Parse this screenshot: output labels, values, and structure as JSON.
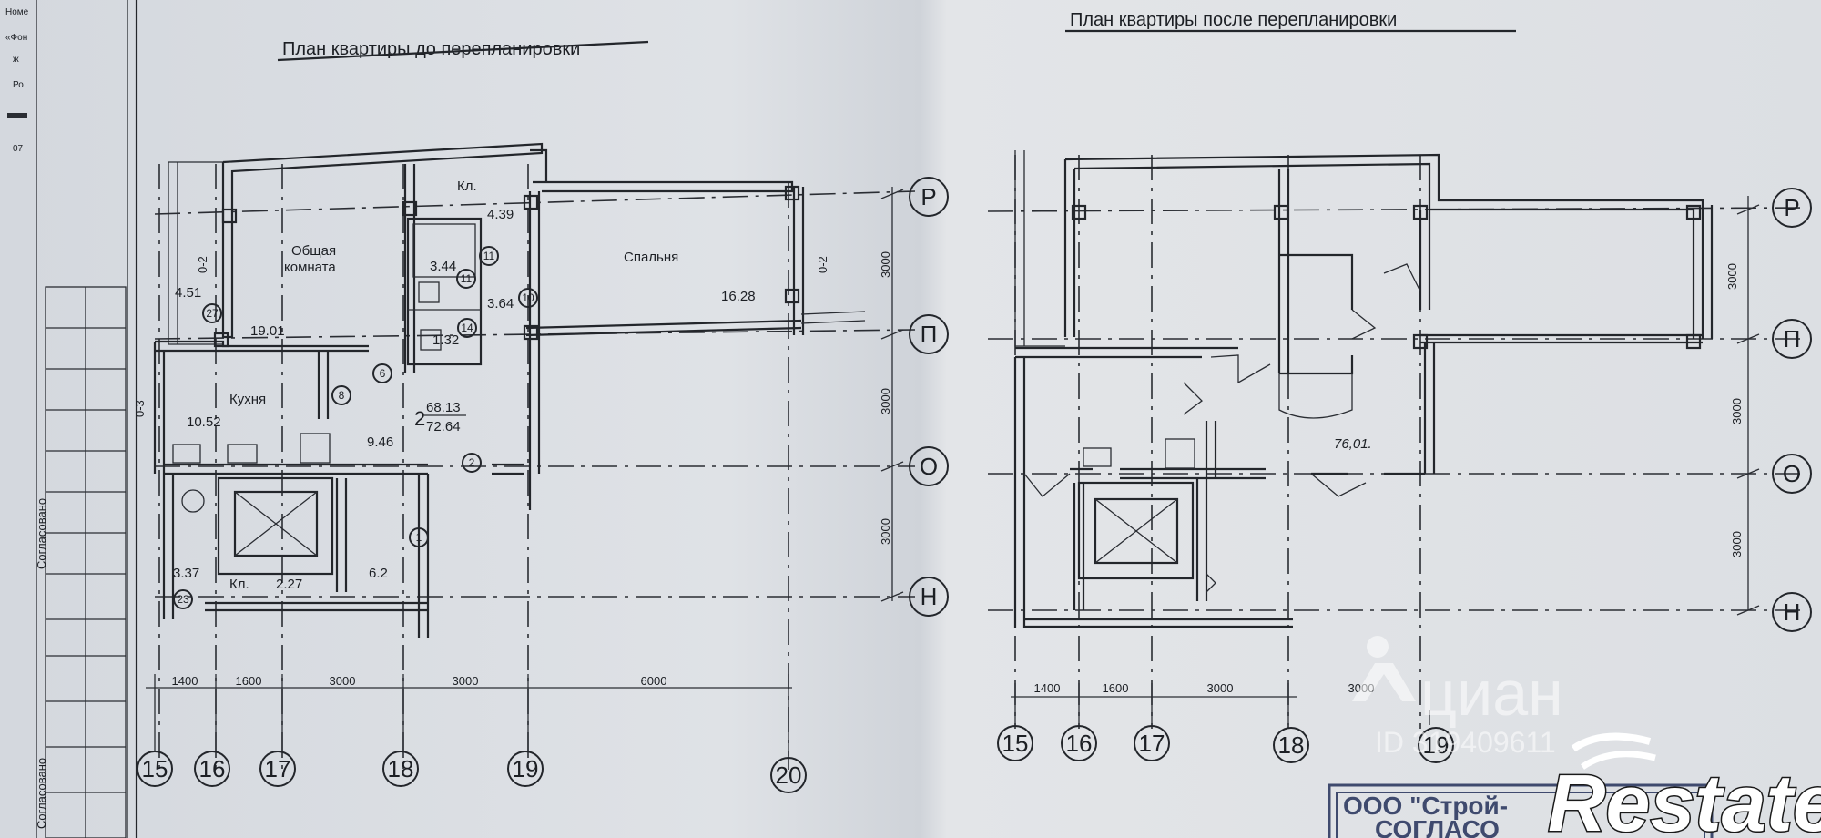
{
  "left_plan": {
    "title": "План квартиры до перепланировки",
    "rooms": {
      "common_room_line1": "Общая",
      "common_room_line2": "комната",
      "common_room_area": "19.01",
      "bedroom": "Спальня",
      "bedroom_area": "16.28",
      "kitchen": "Кухня",
      "kitchen_area": "10.52",
      "corridor_area": "9.46",
      "balcony_area": "4.51",
      "pantry_top": "Кл.",
      "pantry_top_area": "4.39",
      "bath_area": "3.44",
      "wc_area": "1.32",
      "hall_area": "3.64",
      "lobby_area": "3.37",
      "pantry_bottom": "Кл.",
      "pantry_bottom_area": "2.27",
      "entry_area": "6.2",
      "apt_number": "2",
      "area_living": "68.13",
      "area_total": "72.64"
    },
    "door_marks": [
      "27",
      "11",
      "11",
      "10",
      "14",
      "6",
      "8",
      "2",
      "1",
      "23"
    ],
    "wall_marks": [
      "0-2",
      "0-2",
      "0-3"
    ],
    "h_dims": [
      "1400",
      "1600",
      "3000",
      "3000",
      "6000"
    ],
    "v_dims": [
      "3000",
      "3000",
      "3000"
    ],
    "col_axes": [
      "15",
      "16",
      "17",
      "18",
      "19",
      "20"
    ],
    "row_axes": [
      "Р",
      "П",
      "О",
      "Н"
    ]
  },
  "right_plan": {
    "title": "План квартиры после перепланировки",
    "handwritten_area": "76,01.",
    "h_dims": [
      "1400",
      "1600",
      "3000",
      "3000"
    ],
    "v_dims": [
      "3000",
      "3000",
      "3000"
    ],
    "col_axes": [
      "15",
      "16",
      "17",
      "18",
      "19"
    ],
    "row_axes": [
      "Р",
      "П",
      "О",
      "Н"
    ]
  },
  "margin": {
    "top_notes": [
      "Номе",
      "«Фон",
      "ж",
      "Ро",
      "07"
    ],
    "agreed_1": "Согласовано",
    "agreed_2": "Согласовано"
  },
  "stamp": {
    "line1": "ООО \"Строй-",
    "line2": "СОГЛАСО"
  },
  "watermark": {
    "brand": "циан",
    "id_text": "ID 319409611"
  },
  "logo": {
    "text": "Restate"
  }
}
